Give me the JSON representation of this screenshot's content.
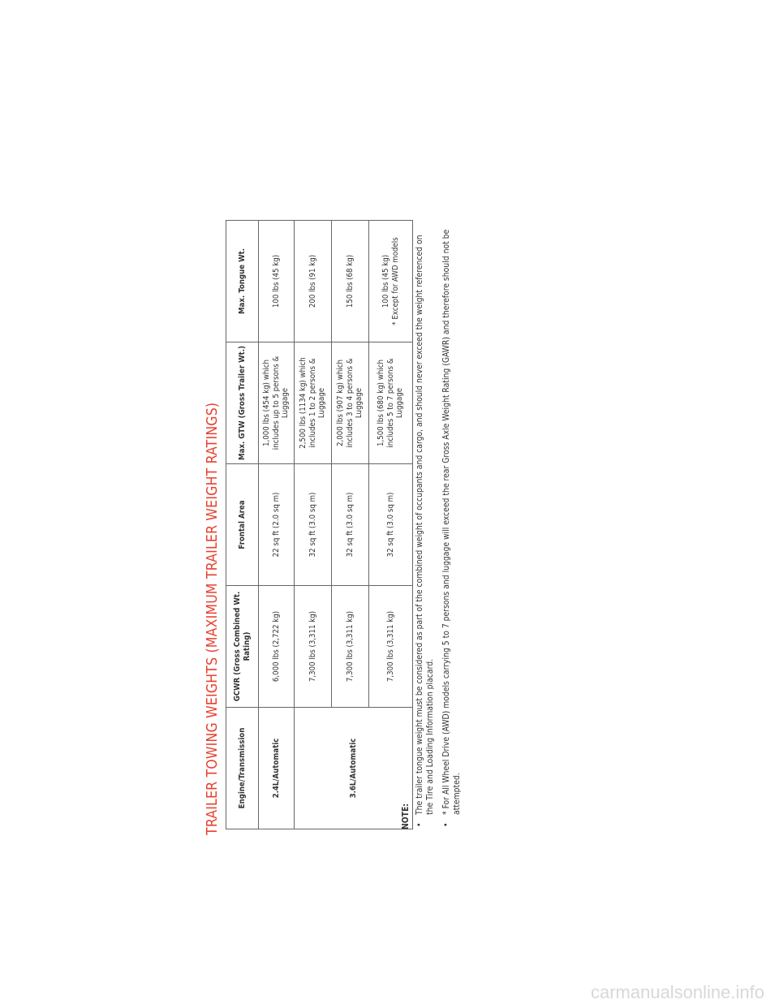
{
  "title": "TRAILER TOWING WEIGHTS (MAXIMUM TRAILER WEIGHT RATINGS)",
  "table": {
    "headers": [
      "Engine/Transmission",
      "GCWR (Gross Combined Wt. Rating)",
      "Frontal Area",
      "Max. GTW (Gross Trailer Wt.)",
      "Max. Tongue Wt."
    ],
    "rows": [
      {
        "engine": "2.4L/Automatic",
        "gcwr": "6,000 lbs (2,722 kg)",
        "frontal": "22 sq ft (2.0 sq m)",
        "gtw": "1,000 lbs (454 kg) which includes up to 5 persons & Luggage",
        "tongue": "100 lbs (45 kg)"
      },
      {
        "engine": "3.6L/Automatic",
        "gcwr": "7,300 lbs (3,311 kg)",
        "frontal": "32 sq ft (3.0 sq m)",
        "gtw": "2,500 lbs (1134 kg) which includes 1 to 2 persons & Luggage",
        "tongue": "200 lbs (91 kg)"
      },
      {
        "gcwr": "7,300 lbs (3,311 kg)",
        "frontal": "32 sq ft (3.0 sq m)",
        "gtw": "2,000 lbs (907 kg) which includes 3 to 4 persons & Luggage",
        "tongue": "150 lbs (68 kg)"
      },
      {
        "gcwr": "7,300 lbs (3,311 kg)",
        "frontal": "32 sq ft (3.0 sq m)",
        "gtw": "1,500 lbs (680 kg) which includes 5 to 7 persons & Luggage",
        "tongue": "100 lbs (45 kg)",
        "tongue_note": "* Except for AWD models"
      }
    ]
  },
  "note": {
    "heading": "NOTE:",
    "bullet": "•",
    "items": [
      "The trailer tongue weight must be considered as part of the combined weight of occupants and cargo, and should never exceed the weight referenced on the Tire and Loading Information placard.",
      "* For All Wheel Drive (AWD) models carrying 5 to 7 persons and luggage will exceed the rear Gross Axle Weight Rating (GAWR) and therefore should not be attempted."
    ]
  },
  "watermark": "carmanualsonline.info"
}
